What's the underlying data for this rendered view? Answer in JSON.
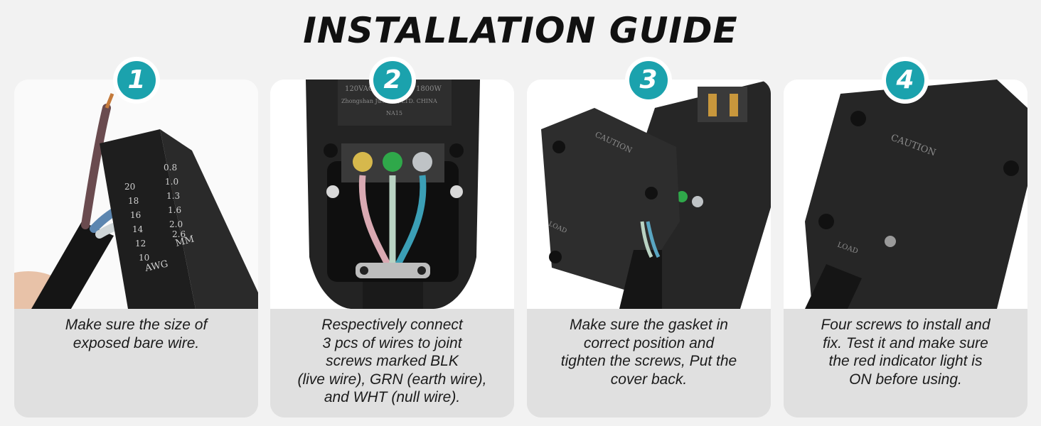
{
  "title": "INSTALLATION GUIDE",
  "colors": {
    "accent": "#1ba2ad",
    "background": "#f2f2f2",
    "caption_bg": "#e0e0e0",
    "device_black": "#1c1c1c"
  },
  "steps": [
    {
      "number": "1",
      "caption": "Make sure the size of\nexposed bare wire.",
      "photo": {
        "gauge_awg": [
          "20",
          "18",
          "16",
          "14",
          "12",
          "10",
          "AWG"
        ],
        "gauge_mm": [
          "0.8",
          "1.0",
          "1.3",
          "1.6",
          "2.0",
          "2.6",
          "MM"
        ]
      }
    },
    {
      "number": "2",
      "caption": "Respectively connect\n3 pcs of wires to joint\nscrews marked BLK\n(live wire), GRN (earth wire),\nand WHT (null wire).",
      "photo": {
        "label_line1": "120VAC",
        "label_line1b": "1800W",
        "label_line2": "Zhongshan Ju... Co., LTD. CHINA",
        "label_line3": "NA15"
      }
    },
    {
      "number": "3",
      "caption": "Make sure the gasket in\ncorrect position and\ntighten the screws, Put the\ncover back.",
      "photo": {
        "cover_caution": "CAUTION",
        "cover_load": "LOAD"
      }
    },
    {
      "number": "4",
      "caption": "Four screws to install and\nfix. Test it and make sure\nthe red indicator light is\nON before using.",
      "photo": {
        "cover_caution": "CAUTION",
        "cover_load": "LOAD"
      }
    }
  ]
}
